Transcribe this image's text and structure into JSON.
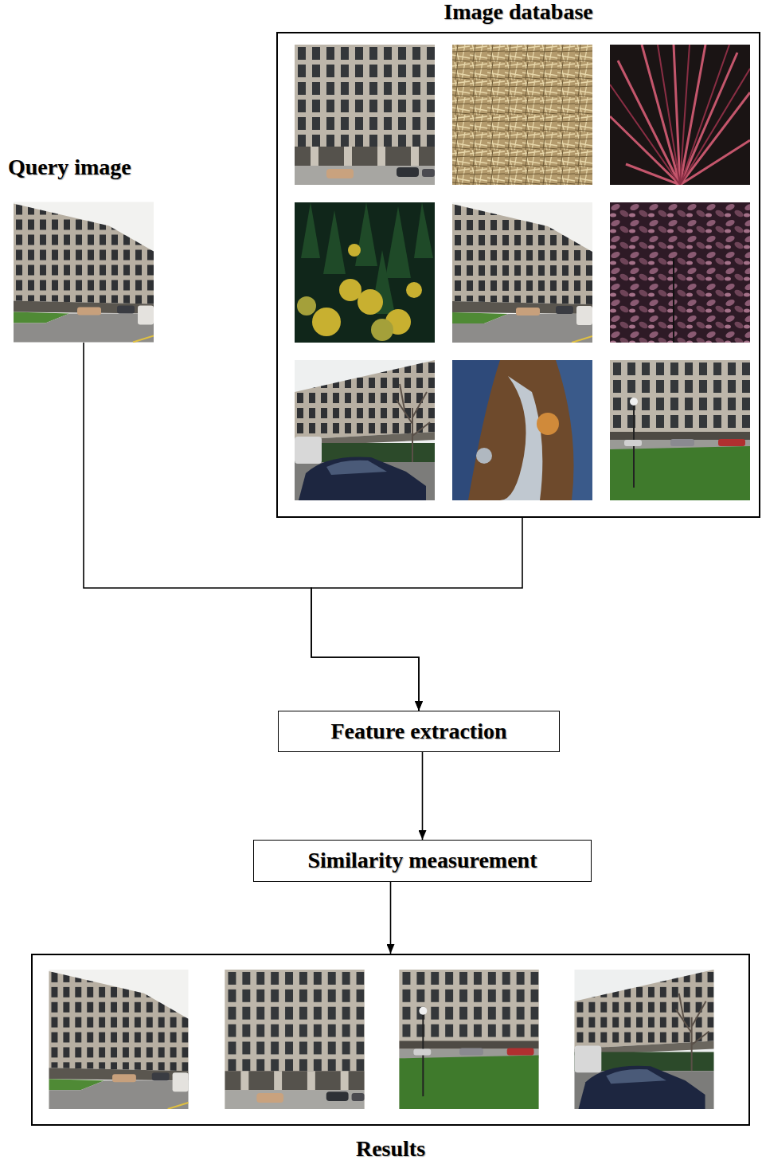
{
  "diagram": {
    "nodes": [
      {
        "text": [
          "Image database"
        ]
      },
      {
        "text": [
          "Query image"
        ]
      },
      {
        "text": [
          "Feature extraction"
        ]
      },
      {
        "text": [
          "Similarity measurement"
        ]
      },
      {
        "text": [
          "Results"
        ]
      }
    ],
    "edges": [
      {
        "from": 0,
        "to": 2,
        "arrow": "to"
      },
      {
        "from": 1,
        "to": 2,
        "arrow": "to"
      },
      {
        "from": 2,
        "to": 3,
        "arrow": "to"
      },
      {
        "from": 3,
        "to": 4,
        "arrow": "to"
      }
    ]
  }
}
